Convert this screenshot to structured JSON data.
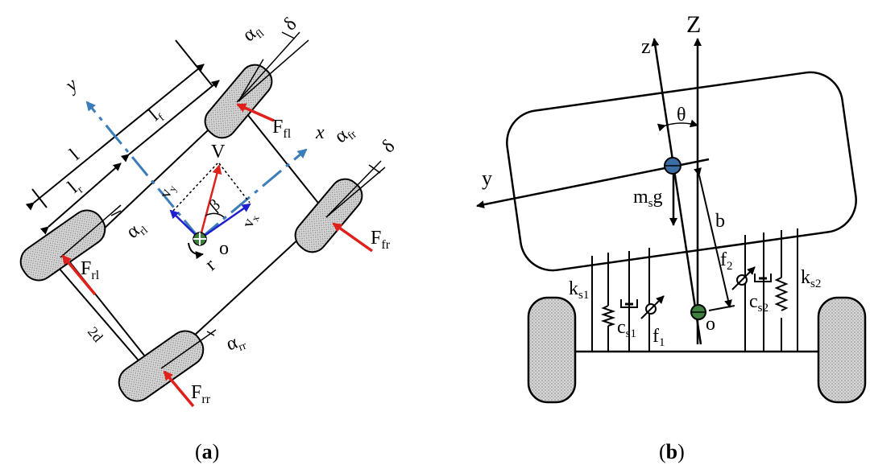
{
  "captions": {
    "a_open": "(",
    "a_letter": "a",
    "a_close": ")",
    "b_open": "(",
    "b_letter": "b",
    "b_close": ")"
  },
  "diagram_a": {
    "axis_y": "y",
    "axis_x": "x",
    "velocity": "V",
    "vy_main": "v",
    "vy_sub": "y",
    "vx_main": "v",
    "vx_sub": "x",
    "beta": "β",
    "origin": "o",
    "yaw_rate": "r",
    "wheelbase": "l",
    "lf_main": "l",
    "lf_sub": "f",
    "lr_main": "l",
    "lr_sub": "r",
    "track": "2d",
    "delta_top": "δ",
    "delta_right": "δ",
    "alpha_fl_main": "α",
    "alpha_fl_sub": "fl",
    "alpha_fr_main": "α",
    "alpha_fr_sub": "fr",
    "alpha_rl_main": "α",
    "alpha_rl_sub": "rl",
    "alpha_rr_main": "α",
    "alpha_rr_sub": "rr",
    "F_fl_main": "F",
    "F_fl_sub": "fl",
    "F_fr_main": "F",
    "F_fr_sub": "fr",
    "F_rl_main": "F",
    "F_rl_sub": "rl",
    "F_rr_main": "F",
    "F_rr_sub": "rr"
  },
  "diagram_b": {
    "Z": "Z",
    "z": "z",
    "theta": "θ",
    "y": "y",
    "msg_m": "m",
    "msg_s": "s",
    "msg_g": "g",
    "b": "b",
    "f1_main": "f",
    "f1_sub": "1",
    "f2_main": "f",
    "f2_sub": "2",
    "ks1_main": "k",
    "ks1_sub": "s1",
    "ks2_main": "k",
    "ks2_sub": "s2",
    "cs1_main": "c",
    "cs1_sub": "s1",
    "cs2_main": "c",
    "cs2_sub": "s2",
    "o": "o"
  },
  "colors": {
    "force": "#e0201b",
    "axis": "#3a7db8",
    "velocity_red": "#e0201b",
    "velocity_blue": "#1f1fd0",
    "wheel_fill": "#c8c8c8",
    "cg_blue": "#3a6ea5",
    "o_green": "#3f7f3f"
  }
}
